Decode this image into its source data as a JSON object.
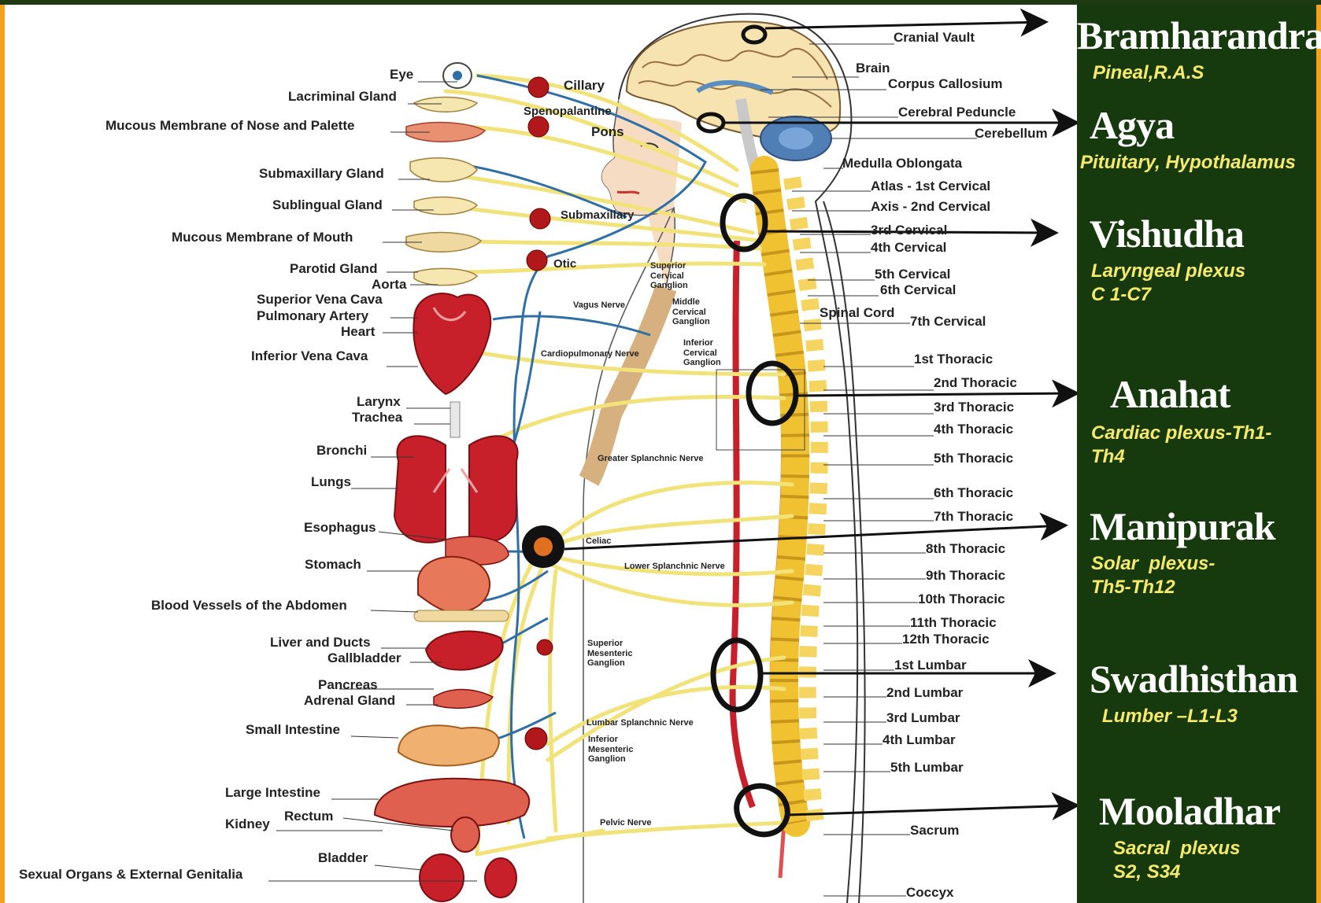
{
  "anatomy_labels": {
    "eye": "Eye",
    "lacriminal_gland": "Lacriminal Gland",
    "mucous_nose": "Mucous Membrane  of Nose and Palette",
    "submaxillary_gland": "Submaxillary Gland",
    "sublingual_gland": "Sublingual Gland",
    "mucous_mouth": "Mucous Membrane  of Mouth",
    "parotid_gland": "Parotid Gland",
    "aorta": "Aorta",
    "superior_vena_cava": "Superior Vena Cava",
    "pulmonary_artery": "Pulmonary Artery",
    "heart": "Heart",
    "inferior_vena_cava": "Inferior Vena Cava",
    "larynx": "Larynx",
    "trachea": "Trachea",
    "bronchi": "Bronchi",
    "lungs": "Lungs",
    "esophagus": "Esophagus",
    "stomach": "Stomach",
    "blood_vessels": "Blood Vessels of  the Abdomen",
    "liver": "Liver and Ducts",
    "gallbladder": "Gallbladder",
    "pancreas": "Pancreas",
    "adrenal": "Adrenal Gland",
    "small_intestine": "Small Intestine",
    "large_intestine": "Large Intestine",
    "rectum": "Rectum",
    "kidney": "Kidney",
    "bladder": "Bladder",
    "sexual_organs": "Sexual Organs & External Genitalia"
  },
  "ganglion_labels": {
    "cillary": "Cillary",
    "spenopalantine": "Spenopalantine",
    "submaxillary": "Submaxillary",
    "otic": "Otic",
    "vagus": "Vagus Nerve",
    "superior_cervical": "Superior\nCervical\nGanglion",
    "middle_cervical": "Middle\nCervical\nGanglion",
    "inferior_cervical": "Inferior\nCervical\nGanglion",
    "cardiopulmonary": "Cardiopulmonary Nerve",
    "greater_splanchnic": "Greater Splanchnic Nerve",
    "celiac": "Celiac",
    "lower_splanchnic": "Lower Splanchnic Nerve",
    "superior_mesenteric": "Superior\nMesenteric\nGanglion",
    "lumbar_splanchnic": "Lumbar Splanchnic Nerve",
    "inferior_mesenteric": "Inferior\nMesenteric\nGanglion",
    "pelvic": "Pelvic Nerve"
  },
  "brain_labels": {
    "cranial_vault": "Cranial Vault",
    "brain": "Brain",
    "corpus": "Corpus Callosium",
    "peduncle": "Cerebral Peduncle",
    "pons": "Pons",
    "cerebellum": "Cerebellum",
    "medulla": "Medulla Oblongata",
    "spinal_cord": "Spinal Cord"
  },
  "vertebra_labels": {
    "c1": "Atlas -  1st Cervical",
    "c2": "Axis - 2nd Cervical",
    "c3": "3rd Cervical",
    "c4": "4th Cervical",
    "c5": "5th Cervical",
    "c6": "6th Cervical",
    "c7": "7th Cervical",
    "t1": "1st Thoracic",
    "t2": "2nd Thoracic",
    "t3": "3rd Thoracic",
    "t4": "4th Thoracic",
    "t5": "5th Thoracic",
    "t6": "6th Thoracic",
    "t7": "7th Thoracic",
    "t8": "8th Thoracic",
    "t9": "9th Thoracic",
    "t10": "10th Thoracic",
    "t11": "11th Thoracic",
    "t12": "12th Thoracic",
    "l1": "1st Lumbar",
    "l2": "2nd Lumbar",
    "l3": "3rd Lumbar",
    "l4": "4th Lumbar",
    "l5": "5th Lumbar",
    "sacrum": "Sacrum",
    "coccyx": "Coccyx"
  },
  "chakras": [
    {
      "name": "Bramharandra",
      "desc": "Pineal,R.A.S"
    },
    {
      "name": "Agya",
      "desc": "Pituitary, Hypothalamus"
    },
    {
      "name": "Vishudha",
      "desc": "Laryngeal plexus\nC 1-C7"
    },
    {
      "name": "Anahat",
      "desc": "Cardiac plexus-Th1-\nTh4"
    },
    {
      "name": "Manipurak",
      "desc": "Solar  plexus-\nTh5-Th12"
    },
    {
      "name": "Swadhisthan",
      "desc": "Lumber –L1-L3"
    },
    {
      "name": "Mooladhar",
      "desc": "Sacral  plexus\nS2, S34"
    }
  ],
  "colors": {
    "frame": "#f4a21c",
    "panel": "#163a0e",
    "chakra_name": "#ffffff",
    "chakra_desc": "#f7e96a",
    "nerve": "#f2e27a",
    "vessel": "#2f6fa6",
    "organ": "#c8202a",
    "spine": "#f0c232"
  },
  "icons": [
    "chakra-ring-icon",
    "arrow-right-icon"
  ]
}
